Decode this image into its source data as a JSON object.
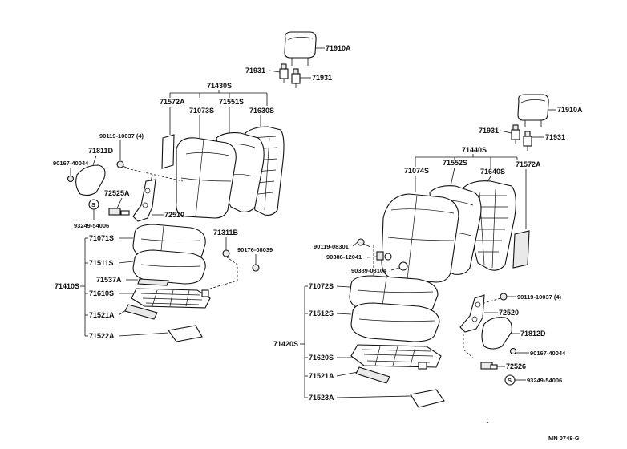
{
  "labels": {
    "l71910A_top": "71910A",
    "l71931_a": "71931",
    "l71931_b": "71931",
    "l71430S": "71430S",
    "l71572A_l": "71572A",
    "l71073S": "71073S",
    "l71551S": "71551S",
    "l71630S": "71630S",
    "l90119_10037_l": "90119-10037 (4)",
    "l71811D": "71811D",
    "l90167_40044_l": "90167-40044",
    "l72525A": "72525A",
    "l72510": "72510",
    "l93249_54006_l": "93249-54006",
    "l71311B": "71311B",
    "l90176_08039": "90176-08039",
    "l71071S": "71071S",
    "l71511S": "71511S",
    "l71537A": "71537A",
    "l71410S": "71410S",
    "l71610S": "71610S",
    "l71521A_l": "71521A",
    "l71522A": "71522A",
    "l71910A_r": "71910A",
    "l71931_c": "71931",
    "l71931_d": "71931",
    "l71440S": "71440S",
    "l71074S": "71074S",
    "l71552S": "71552S",
    "l71640S": "71640S",
    "l71572A_r": "71572A",
    "l90119_08301": "90119-08301",
    "l90386_12041": "90386-12041",
    "l90389_08104": "90389-08104",
    "l71072S": "71072S",
    "l71512S": "71512S",
    "l71420S": "71420S",
    "l71620S": "71620S",
    "l71521A_r": "71521A",
    "l71523A": "71523A",
    "l90119_10037_r": "90119-10037 (4)",
    "l72520": "72520",
    "l71812D": "71812D",
    "l90167_40044_r": "90167-40044",
    "l72526": "72526",
    "l93249_54006_r": "93249-54006",
    "s_mark_l": "S",
    "s_mark_r": "S",
    "code": "MN  0748-G"
  }
}
